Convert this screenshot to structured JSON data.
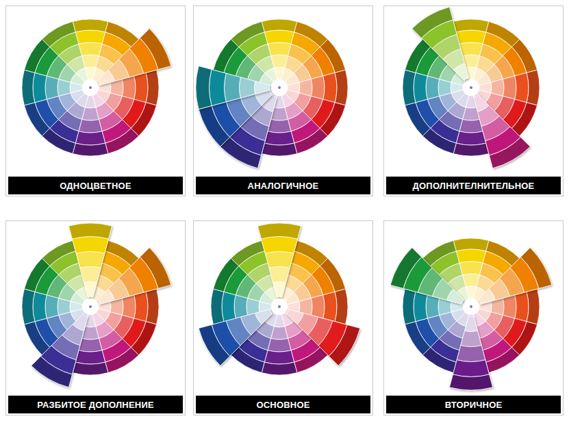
{
  "diagram": {
    "nodes": [
      {
        "text": [
          "ОДНОЦВЕТНОЕ"
        ]
      },
      {
        "text": [
          "АНАЛОГИЧНОЕ"
        ]
      },
      {
        "text": [
          "ДОПОЛНИТЕЛНИТЕЛЬНОЕ"
        ]
      },
      {
        "text": [
          "РАЗБИТОЕ ДОПОЛНЕНИЕ"
        ]
      },
      {
        "text": [
          "ОСНОВНОЕ"
        ]
      },
      {
        "text": [
          "ВТОРИЧНОЕ"
        ]
      }
    ]
  }
}
